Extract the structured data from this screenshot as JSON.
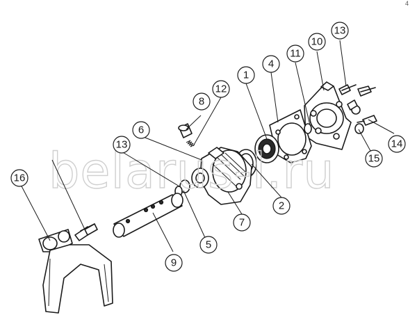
{
  "watermark": "belarus-l.ru",
  "corner_mark": "4",
  "callouts": [
    {
      "label": "1"
    },
    {
      "label": "2"
    },
    {
      "label": "4"
    },
    {
      "label": "5"
    },
    {
      "label": "6"
    },
    {
      "label": "7"
    },
    {
      "label": "8"
    },
    {
      "label": "9"
    },
    {
      "label": "10"
    },
    {
      "label": "11"
    },
    {
      "label": "12"
    },
    {
      "label": "13"
    },
    {
      "label": "13"
    },
    {
      "label": "14"
    },
    {
      "label": "15"
    },
    {
      "label": "16"
    }
  ]
}
